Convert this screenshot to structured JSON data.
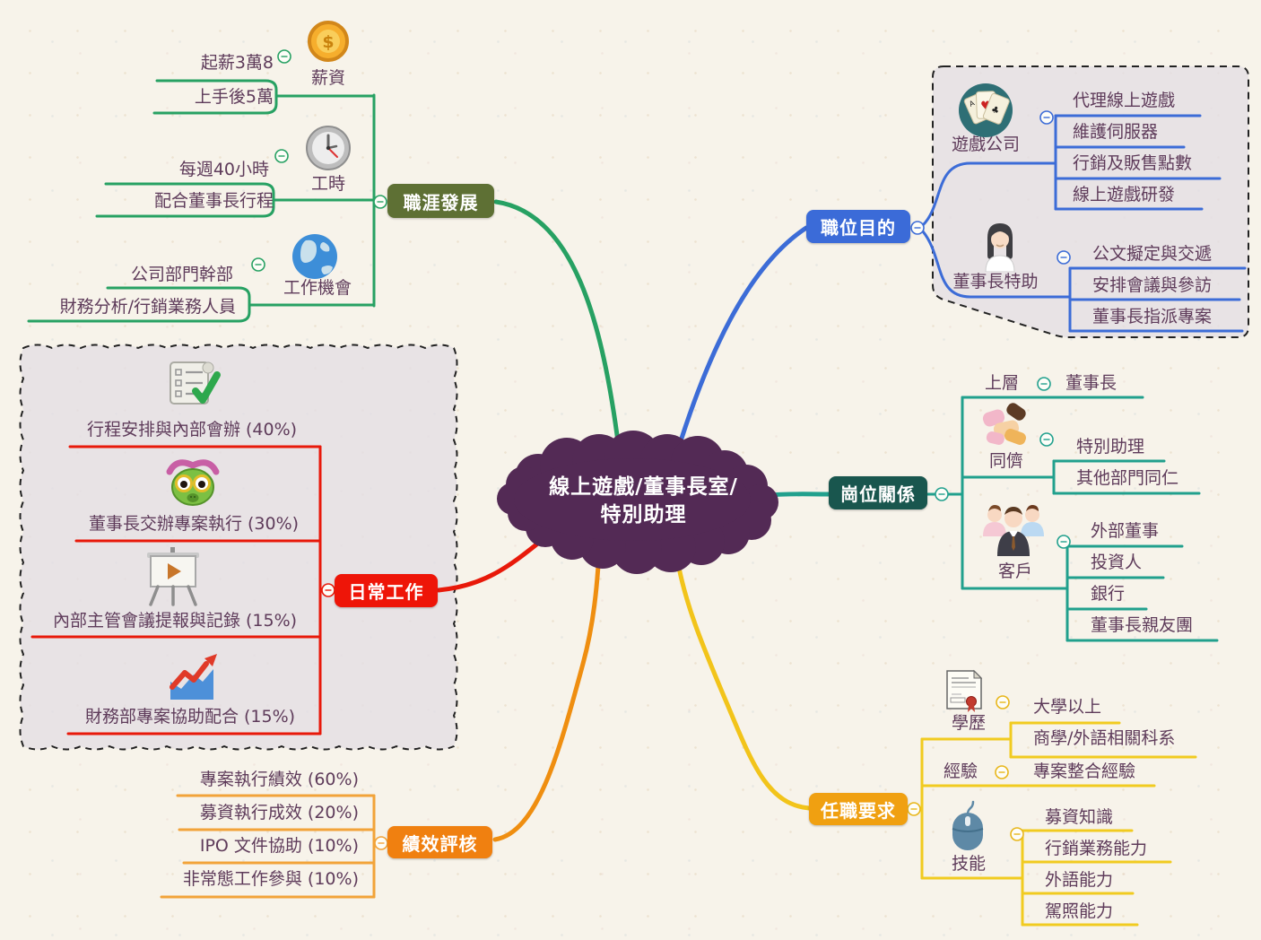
{
  "center": {
    "line1": "線上遊戲/董事長室/",
    "line2": "特別助理"
  },
  "career": {
    "label": "職涯發展",
    "salary": {
      "label": "薪資",
      "icon": "coin-icon",
      "items": {
        "a": "起薪3萬8",
        "b": "上手後5萬"
      }
    },
    "hours": {
      "label": "工時",
      "icon": "clock-icon",
      "items": {
        "a": "每週40小時",
        "b": "配合董事長行程"
      }
    },
    "jobs": {
      "label": "工作機會",
      "icon": "globe-icon",
      "items": {
        "a": "公司部門幹部",
        "b": "財務分析/行銷業務人員"
      }
    }
  },
  "purpose": {
    "label": "職位目的",
    "company": {
      "label": "遊戲公司",
      "icon": "playing-cards-icon",
      "items": {
        "a": "代理線上遊戲",
        "b": "維護伺服器",
        "c": "行銷及販售點數",
        "d": "線上遊戲研發"
      }
    },
    "assistant": {
      "label": "董事長特助",
      "icon": "woman-avatar-icon",
      "items": {
        "a": "公文擬定與交遞",
        "b": "安排會議與參訪",
        "c": "董事長指派專案"
      }
    }
  },
  "relations": {
    "label": "崗位關係",
    "upper": {
      "label": "上層",
      "items": {
        "a": "董事長"
      }
    },
    "peers": {
      "label": "同儕",
      "icon": "handshake-icon",
      "items": {
        "a": "特別助理",
        "b": "其他部門同仁"
      }
    },
    "clients": {
      "label": "客戶",
      "icon": "people-group-icon",
      "items": {
        "a": "外部董事",
        "b": "投資人",
        "c": "銀行",
        "d": "董事長親友團"
      }
    }
  },
  "daily": {
    "label": "日常工作",
    "icons": {
      "a": "checklist-scroll-icon",
      "b": "caterpillar-icon",
      "c": "presentation-easel-icon",
      "d": "rising-chart-icon"
    },
    "items": {
      "a": "行程安排與內部會辦 (40%)",
      "b": "董事長交辦專案執行 (30%)",
      "c": "內部主管會議提報與記錄 (15%)",
      "d": "財務部專案協助配合 (15%)"
    }
  },
  "review": {
    "label": "績效評核",
    "items": {
      "a": "專案執行績效 (60%)",
      "b": "募資執行成效 (20%)",
      "c": "IPO 文件協助 (10%)",
      "d": "非常態工作參與 (10%)"
    }
  },
  "requirements": {
    "label": "任職要求",
    "education": {
      "label": "學歷",
      "icon": "certificate-icon",
      "items": {
        "a": "大學以上",
        "b": "商學/外語相關科系"
      }
    },
    "experience": {
      "label": "經驗",
      "items": {
        "a": "專案整合經驗"
      }
    },
    "skills": {
      "label": "技能",
      "icon": "computer-mouse-icon",
      "items": {
        "a": "募資知識",
        "b": "行銷業務能力",
        "c": "外語能力",
        "d": "駕照能力"
      }
    }
  },
  "colors": {
    "background": "#f7f3ea",
    "cloud": "#532a55",
    "node_text": "#5e3b5a",
    "career_label": "#5e7034",
    "career_line": "#27a163",
    "purpose_label": "#3b6bd8",
    "purpose_line": "#3c6cd7",
    "relations_label": "#19564e",
    "relations_line": "#21a08d",
    "daily_label": "#ee1508",
    "daily_line": "#e8190a",
    "review_label": "#f08010",
    "review_line": "#f2a339",
    "requirements_label": "#f0a011",
    "requirements_line": "#f1cb20",
    "boundary_fill": "#e4dfe4",
    "boundary_border": "#222222"
  }
}
